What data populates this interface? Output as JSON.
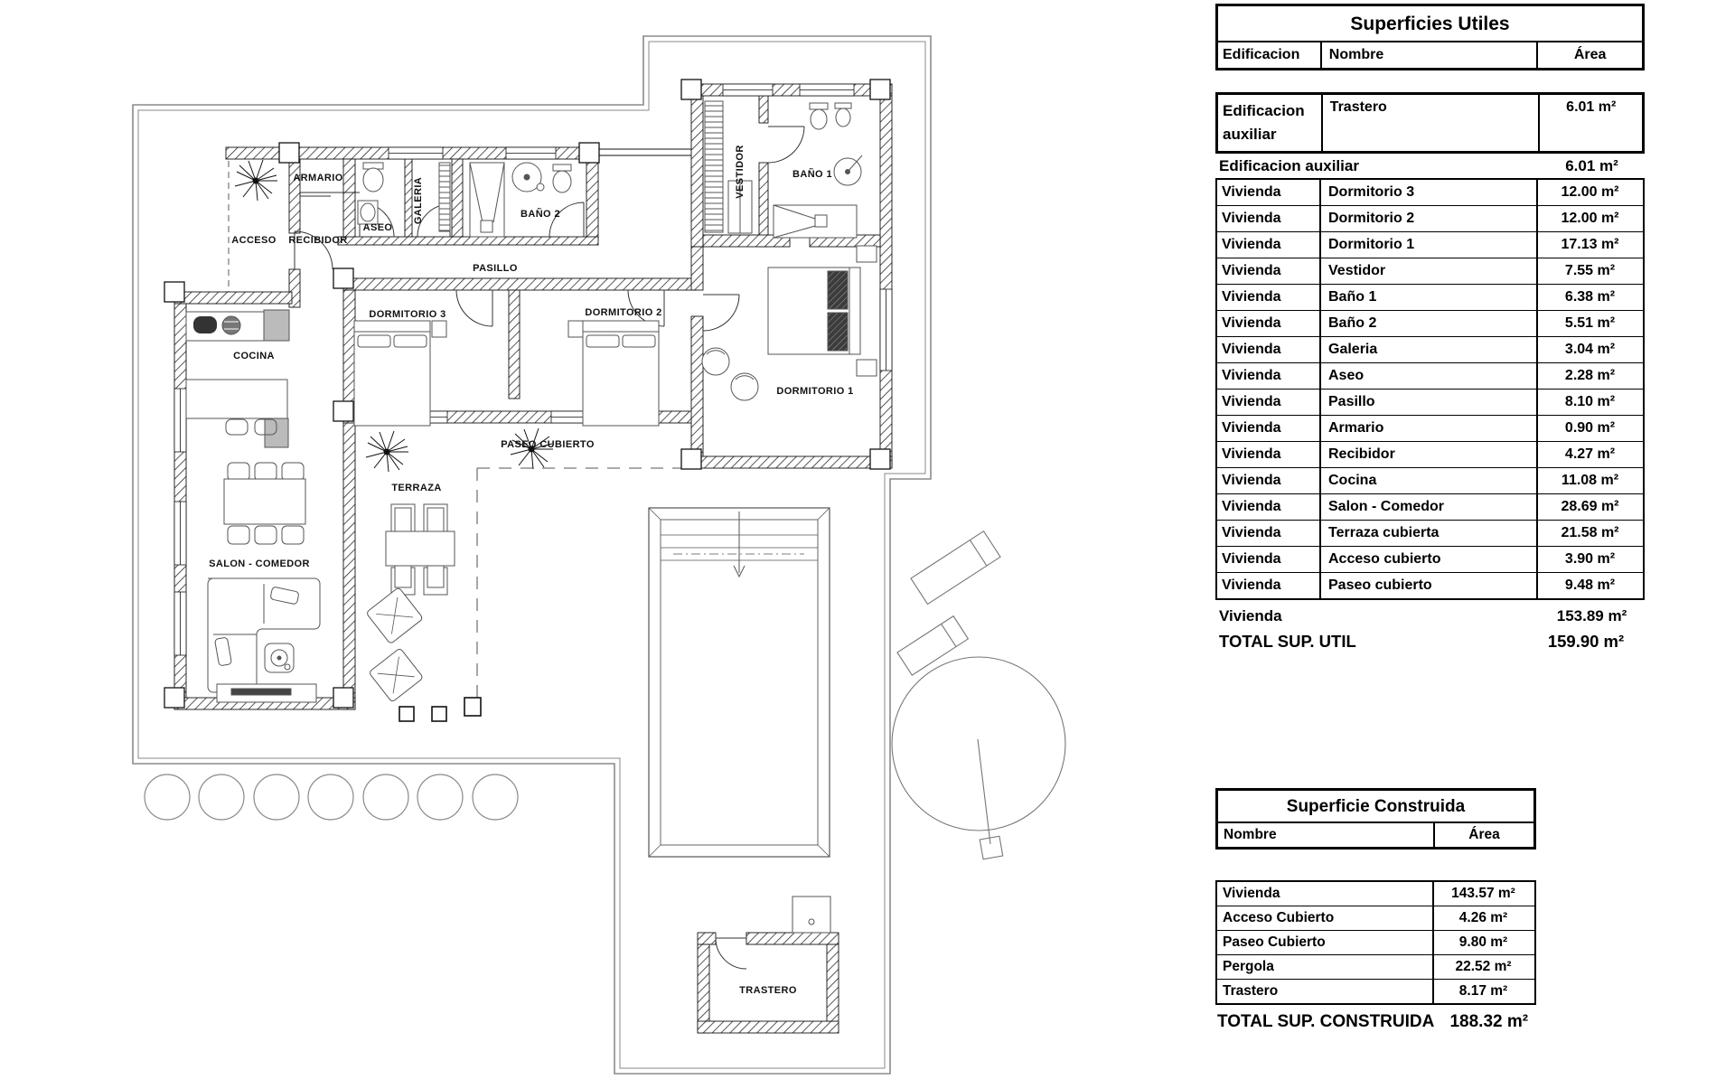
{
  "plan": {
    "labels": {
      "armario": "ARMARIO",
      "acceso": "ACCESO",
      "recibidor": "RECIBIDOR",
      "aseo": "ASEO",
      "galeria": "GALERIA",
      "bano2": "BAÑO 2",
      "pasillo": "PASILLO",
      "dormitorio3": "DORMITORIO 3",
      "dormitorio2": "DORMITORIO 2",
      "dormitorio1": "DORMITORIO 1",
      "vestidor": "VESTIDOR",
      "bano1": "BAÑO 1",
      "cocina": "COCINA",
      "salon": "SALON - COMEDOR",
      "terraza": "TERRAZA",
      "paseo": "PASEO CUBIERTO",
      "trastero": "TRASTERO"
    },
    "line_color": "#1a1a1a",
    "boundary_color": "#8a8a8a",
    "furniture_color": "#555555"
  },
  "tables": {
    "utiles": {
      "title": "Superficies Utiles",
      "columns": {
        "edificacion": "Edificacion",
        "nombre": "Nombre",
        "area": "Área"
      },
      "aux_block": {
        "edificacion": "Edificacion auxiliar",
        "nombre": "Trastero",
        "area": "6.01 m²"
      },
      "aux_summary": {
        "label": "Edificacion auxiliar",
        "value": "6.01 m²"
      },
      "rows": [
        {
          "e": "Vivienda",
          "n": "Dormitorio 3",
          "a": "12.00 m²"
        },
        {
          "e": "Vivienda",
          "n": "Dormitorio 2",
          "a": "12.00 m²"
        },
        {
          "e": "Vivienda",
          "n": "Dormitorio 1",
          "a": "17.13 m²"
        },
        {
          "e": "Vivienda",
          "n": "Vestidor",
          "a": "7.55 m²"
        },
        {
          "e": "Vivienda",
          "n": "Baño 1",
          "a": "6.38 m²"
        },
        {
          "e": "Vivienda",
          "n": "Baño 2",
          "a": "5.51 m²"
        },
        {
          "e": "Vivienda",
          "n": "Galeria",
          "a": "3.04 m²"
        },
        {
          "e": "Vivienda",
          "n": "Aseo",
          "a": "2.28 m²"
        },
        {
          "e": "Vivienda",
          "n": "Pasillo",
          "a": "8.10 m²"
        },
        {
          "e": "Vivienda",
          "n": "Armario",
          "a": "0.90 m²"
        },
        {
          "e": "Vivienda",
          "n": "Recibidor",
          "a": "4.27 m²"
        },
        {
          "e": "Vivienda",
          "n": "Cocina",
          "a": "11.08 m²"
        },
        {
          "e": "Vivienda",
          "n": "Salon - Comedor",
          "a": "28.69 m²"
        },
        {
          "e": "Vivienda",
          "n": "Terraza cubierta",
          "a": "21.58 m²"
        },
        {
          "e": "Vivienda",
          "n": "Acceso cubierto",
          "a": "3.90 m²"
        },
        {
          "e": "Vivienda",
          "n": "Paseo cubierto",
          "a": "9.48 m²"
        }
      ],
      "vivienda_summary": {
        "label": "Vivienda",
        "value": "153.89 m²"
      },
      "total": {
        "label": "TOTAL SUP. UTIL",
        "value": "159.90 m²"
      }
    },
    "construida": {
      "title": "Superficie Construida",
      "columns": {
        "nombre": "Nombre",
        "area": "Área"
      },
      "rows": [
        {
          "n": "Vivienda",
          "a": "143.57 m²"
        },
        {
          "n": "Acceso Cubierto",
          "a": "4.26 m²"
        },
        {
          "n": "Paseo Cubierto",
          "a": "9.80 m²"
        },
        {
          "n": "Pergola",
          "a": "22.52 m²"
        },
        {
          "n": "Trastero",
          "a": "8.17 m²"
        }
      ],
      "total": {
        "label": "TOTAL SUP. CONSTRUIDA",
        "value": "188.32 m²"
      }
    }
  }
}
